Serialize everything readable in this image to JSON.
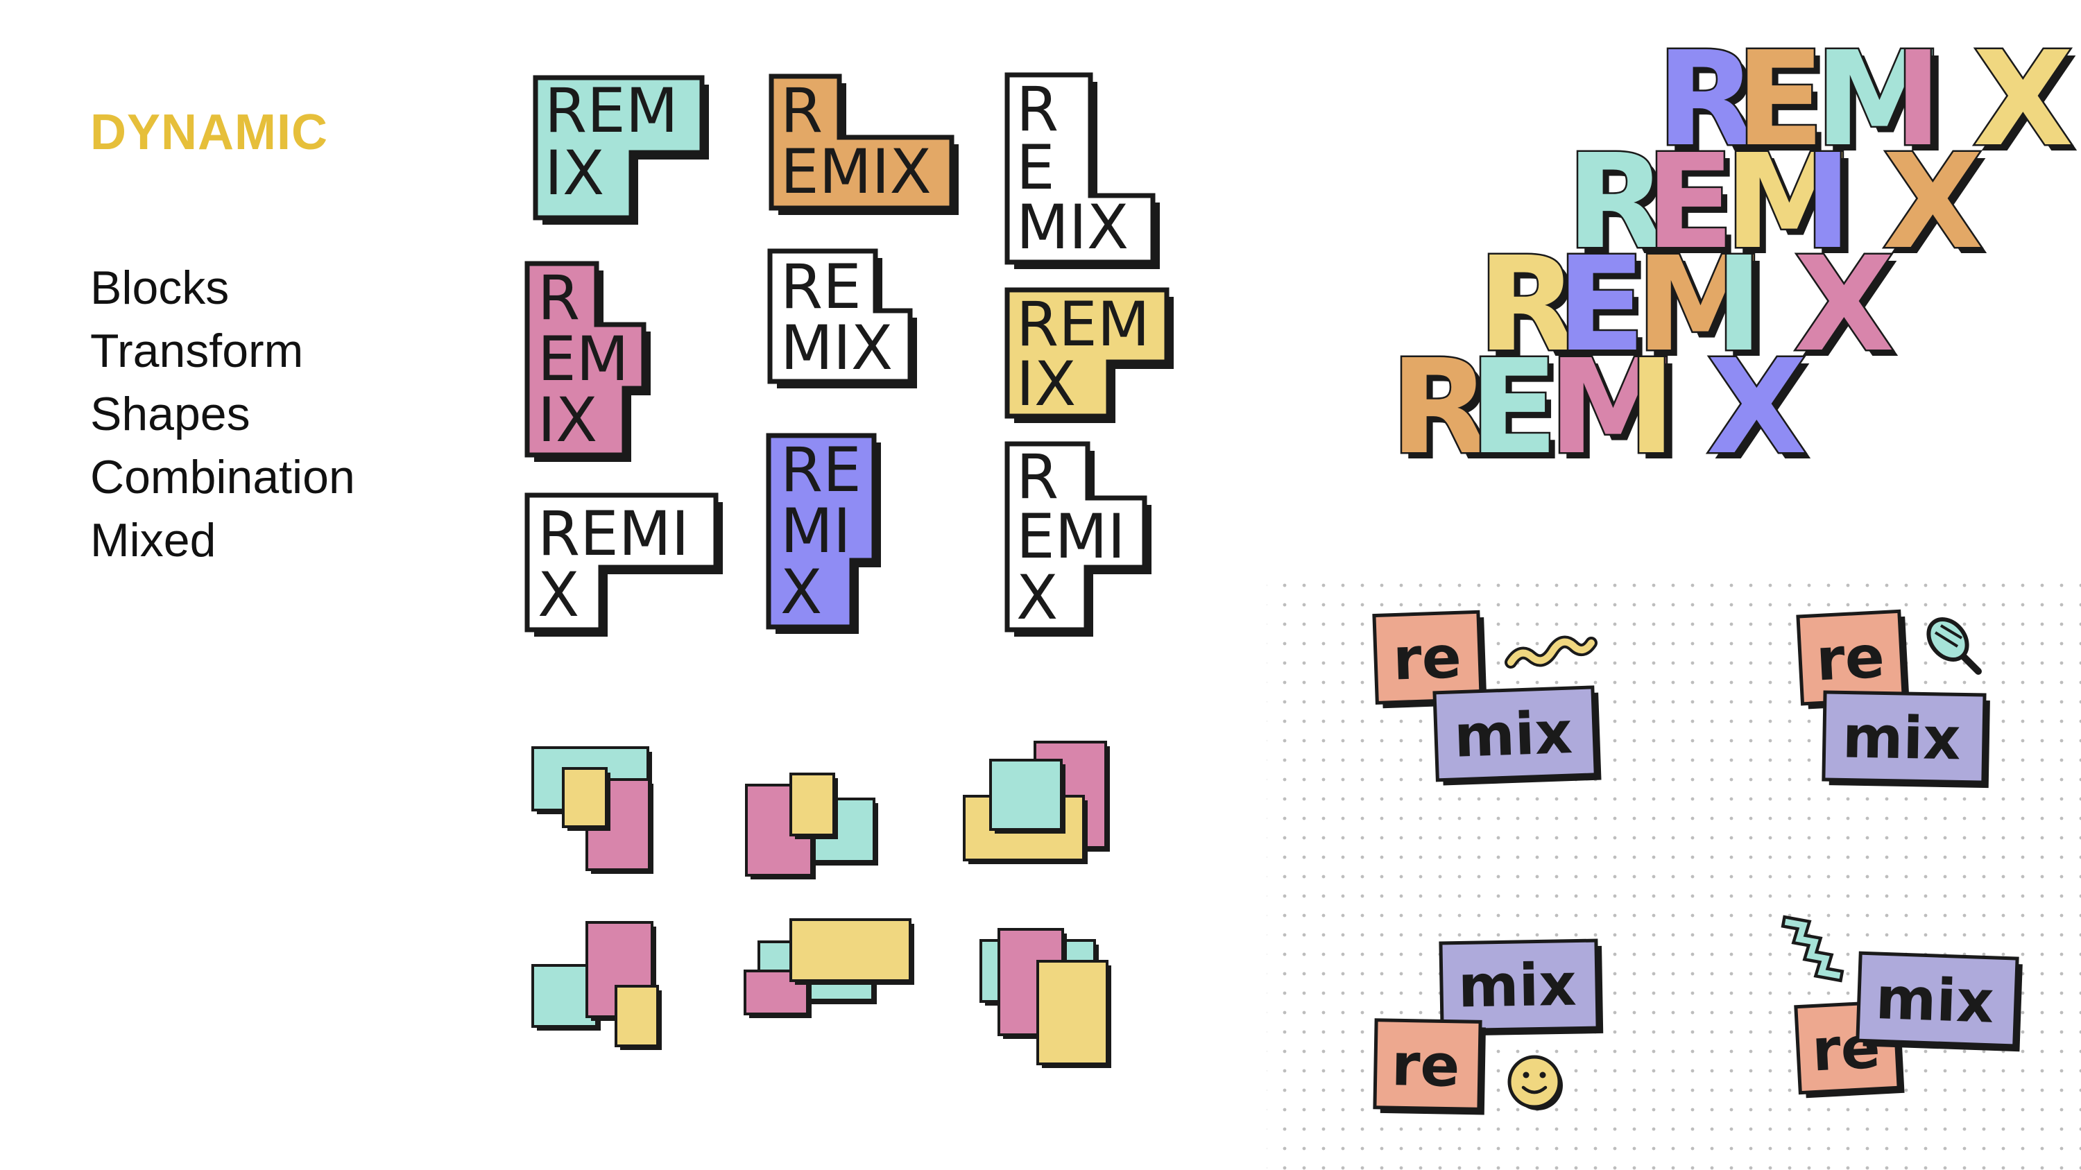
{
  "title": "DYNAMIC",
  "bullets": [
    "Blocks",
    "Transform",
    "Shapes",
    "Combination",
    "Mixed"
  ],
  "colors": {
    "title": "#e6bf3a",
    "teal": "#a6e3d8",
    "orange": "#e3a866",
    "pink": "#d885ab",
    "yellow": "#f0d780",
    "purple": "#8f8cf4",
    "lavender": "#aeaadb",
    "salmon": "#eda88f",
    "ink": "#1a1a1a"
  },
  "text_blocks": [
    {
      "lines": [
        "REM",
        "IX"
      ],
      "color": "teal"
    },
    {
      "lines": [
        "R",
        "EMIX"
      ],
      "color": "orange"
    },
    {
      "lines": [
        "R",
        "E",
        "MIX"
      ],
      "color": "white"
    },
    {
      "lines": [
        "R",
        "EM",
        "IX"
      ],
      "color": "pink"
    },
    {
      "lines": [
        "RE",
        "MIX"
      ],
      "color": "white"
    },
    {
      "lines": [
        "REM",
        "IX"
      ],
      "color": "yellow"
    },
    {
      "lines": [
        "REMI",
        "X"
      ],
      "color": "white"
    },
    {
      "lines": [
        "RE",
        "MI",
        "X"
      ],
      "color": "purple"
    },
    {
      "lines": [
        "R",
        "EMI",
        "X"
      ],
      "color": "white"
    }
  ],
  "wordmark": "REMIX",
  "badges": {
    "re": "re",
    "mix": "mix"
  },
  "icons": [
    "squiggle-icon",
    "maraca-icon",
    "smiley-icon",
    "zigzag-icon"
  ]
}
